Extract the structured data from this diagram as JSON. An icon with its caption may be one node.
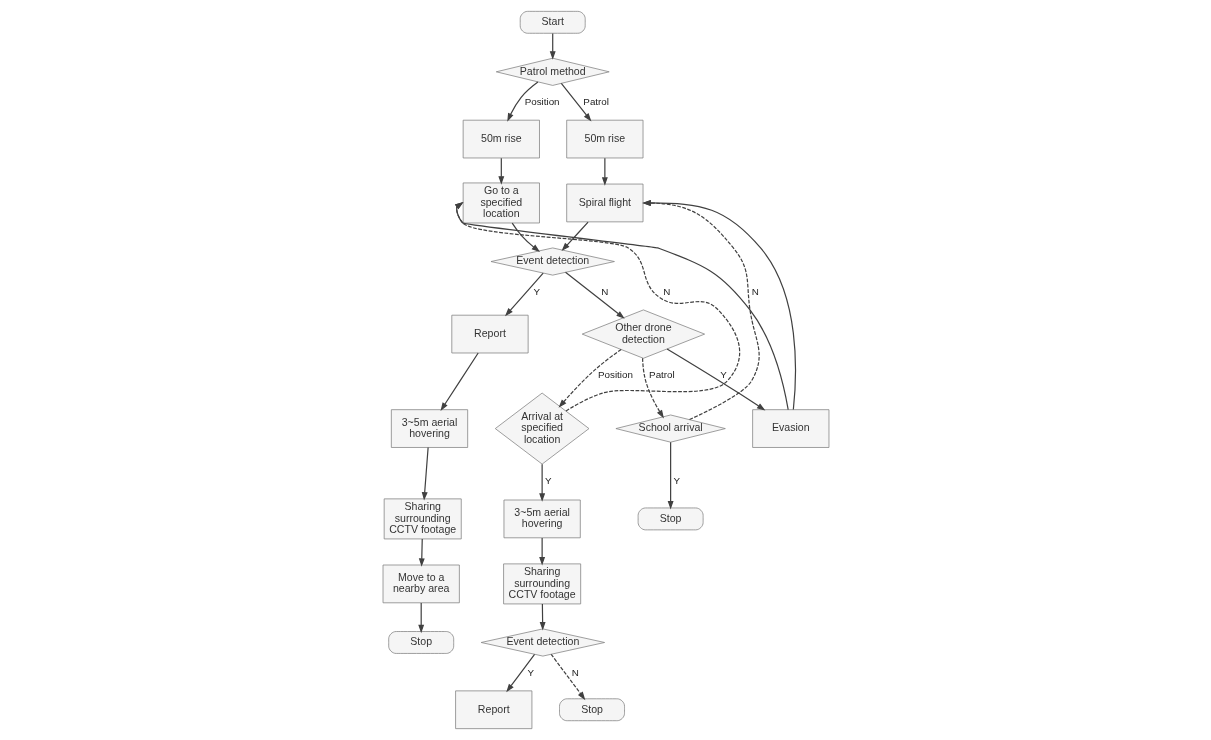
{
  "diagram": {
    "nodes": [
      {
        "text": [
          "Start"
        ]
      },
      {
        "text": [
          "Patrol method"
        ]
      },
      {
        "text": [
          "50m rise"
        ]
      },
      {
        "text": [
          "50m rise"
        ]
      },
      {
        "text": [
          "Go to a specified location"
        ]
      },
      {
        "text": [
          "Spiral flight"
        ]
      },
      {
        "text": [
          "Event detection"
        ]
      },
      {
        "text": [
          "Report"
        ]
      },
      {
        "text": [
          "Other drone detection"
        ]
      },
      {
        "text": [
          "Arrival at specified location"
        ]
      },
      {
        "text": [
          "School arrival"
        ]
      },
      {
        "text": [
          "Evasion"
        ]
      },
      {
        "text": [
          "3~5m aerial hovering"
        ]
      },
      {
        "text": [
          "Sharing surrounding CCTV footage"
        ]
      },
      {
        "text": [
          "Event detection"
        ]
      },
      {
        "text": [
          "Report"
        ]
      },
      {
        "text": [
          "Stop"
        ]
      },
      {
        "text": [
          "Stop"
        ]
      },
      {
        "text": [
          "3~5m aerial hovering"
        ]
      },
      {
        "text": [
          "Sharing surrounding CCTV footage"
        ]
      },
      {
        "text": [
          "Move to a nearby area"
        ]
      },
      {
        "text": [
          "Stop"
        ]
      }
    ],
    "edges": [
      {
        "from": 0,
        "to": 1,
        "arrow": "to"
      },
      {
        "from": 1,
        "to": 2,
        "arrow": "to",
        "label": "Position"
      },
      {
        "from": 1,
        "to": 3,
        "arrow": "to",
        "label": "Patrol"
      },
      {
        "from": 2,
        "to": 4,
        "arrow": "to"
      },
      {
        "from": 3,
        "to": 5,
        "arrow": "to"
      },
      {
        "from": 4,
        "to": 6,
        "arrow": "to"
      },
      {
        "from": 5,
        "to": 6,
        "arrow": "to"
      },
      {
        "from": 6,
        "to": 7,
        "arrow": "to",
        "label": "Y"
      },
      {
        "from": 6,
        "to": 8,
        "arrow": "to",
        "label": "N"
      },
      {
        "from": 7,
        "to": 18,
        "arrow": "to"
      },
      {
        "from": 8,
        "to": 9,
        "arrow": "to",
        "label": "Position",
        "style": "dashed"
      },
      {
        "from": 8,
        "to": 10,
        "arrow": "to",
        "label": "Patrol",
        "style": "dashed"
      },
      {
        "from": 8,
        "to": 11,
        "arrow": "to",
        "label": "Y"
      },
      {
        "from": 9,
        "to": 12,
        "arrow": "to",
        "label": "Y"
      },
      {
        "from": 9,
        "to": 4,
        "arrow": "to",
        "label": "N",
        "style": "dashed"
      },
      {
        "from": 11,
        "to": 4,
        "arrow": "to"
      },
      {
        "from": 10,
        "to": 5,
        "arrow": "to",
        "label": "N",
        "style": "dashed"
      },
      {
        "from": 11,
        "to": 5,
        "arrow": "to"
      },
      {
        "from": 10,
        "to": 17,
        "arrow": "to",
        "label": "Y"
      },
      {
        "from": 12,
        "to": 13,
        "arrow": "to"
      },
      {
        "from": 13,
        "to": 14,
        "arrow": "to"
      },
      {
        "from": 14,
        "to": 15,
        "arrow": "to",
        "label": "Y"
      },
      {
        "from": 14,
        "to": 16,
        "arrow": "to",
        "label": "N",
        "style": "dashed"
      },
      {
        "from": 18,
        "to": 19,
        "arrow": "to"
      },
      {
        "from": 19,
        "to": 20,
        "arrow": "to"
      },
      {
        "from": 20,
        "to": 21,
        "arrow": "to"
      }
    ]
  }
}
